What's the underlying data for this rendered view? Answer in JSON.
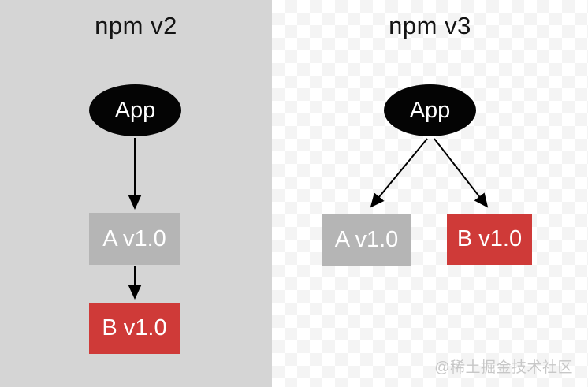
{
  "panels": [
    {
      "title": "npm v2",
      "root_node": "App",
      "child_nodes": [
        {
          "label": "A v1.0",
          "color": "#b5b5b5"
        },
        {
          "label": "B v1.0",
          "color": "#cf3a38"
        }
      ],
      "edges": [
        {
          "from": "App",
          "to": "A v1.0"
        },
        {
          "from": "A v1.0",
          "to": "B v1.0"
        }
      ]
    },
    {
      "title": "npm v3",
      "root_node": "App",
      "child_nodes": [
        {
          "label": "A v1.0",
          "color": "#b5b5b5"
        },
        {
          "label": "B v1.0",
          "color": "#cf3a38"
        }
      ],
      "edges": [
        {
          "from": "App",
          "to": "A v1.0"
        },
        {
          "from": "App",
          "to": "B v1.0"
        }
      ]
    }
  ],
  "watermark": "@稀土掘金技术社区",
  "colors": {
    "left_panel_bg": "#d5d5d5",
    "right_panel_checker": "#f4f4f4",
    "root_node_bg": "#040404",
    "gray_node_bg": "#b5b5b5",
    "red_node_bg": "#cf3a38",
    "node_text": "#ffffff",
    "title_text": "#141414",
    "arrow": "#000000",
    "watermark_text": "#c7c7c7"
  }
}
